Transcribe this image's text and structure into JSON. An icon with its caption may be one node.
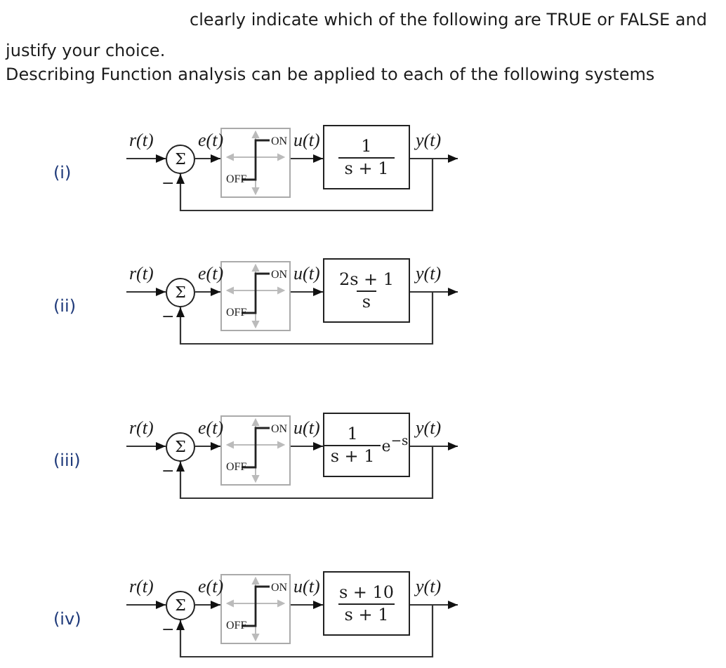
{
  "diagram": {
    "nodes": [
      {
        "text": [
          "Σ"
        ],
        "beside": [
          "−"
        ]
      },
      {
        "text": [
          "ON",
          "OFF"
        ]
      },
      {
        "text": [
          "1",
          "s + 1"
        ]
      },
      {
        "text": [
          "Σ"
        ],
        "beside": [
          "−"
        ]
      },
      {
        "text": [
          "ON",
          "OFF"
        ]
      },
      {
        "text": [
          "2s + 1",
          "s"
        ]
      },
      {
        "text": [
          "Σ"
        ],
        "beside": [
          "−"
        ]
      },
      {
        "text": [
          "ON",
          "OFF"
        ]
      },
      {
        "text": [
          "1",
          "s + 1",
          "e$^{−s}$"
        ]
      },
      {
        "text": [
          "Σ"
        ],
        "beside": [
          "−"
        ]
      },
      {
        "text": [
          "ON",
          "OFF"
        ]
      },
      {
        "text": [
          "s + 10",
          "s + 1"
        ]
      }
    ],
    "edges": [
      {
        "from": null,
        "to": 0,
        "arrow": "to",
        "label": "r(t)"
      },
      {
        "from": 0,
        "to": 1,
        "arrow": "to",
        "label": "e(t)"
      },
      {
        "from": 1,
        "to": 2,
        "arrow": "to",
        "label": "u(t)"
      },
      {
        "from": 2,
        "to": null,
        "arrow": "to",
        "label": "y(t)"
      },
      {
        "from": 2,
        "to": 0,
        "arrow": "to"
      },
      {
        "from": null,
        "to": 3,
        "arrow": "to",
        "label": "r(t)"
      },
      {
        "from": 3,
        "to": 4,
        "arrow": "to",
        "label": "e(t)"
      },
      {
        "from": 4,
        "to": 5,
        "arrow": "to",
        "label": "u(t)"
      },
      {
        "from": 5,
        "to": null,
        "arrow": "to",
        "label": "y(t)"
      },
      {
        "from": 5,
        "to": 3,
        "arrow": "to"
      },
      {
        "from": null,
        "to": 6,
        "arrow": "to",
        "label": "r(t)"
      },
      {
        "from": 6,
        "to": 7,
        "arrow": "to",
        "label": "e(t)"
      },
      {
        "from": 7,
        "to": 8,
        "arrow": "to",
        "label": "u(t)"
      },
      {
        "from": 8,
        "to": null,
        "arrow": "to",
        "label": "y(t)"
      },
      {
        "from": 8,
        "to": 6,
        "arrow": "to"
      },
      {
        "from": null,
        "to": 9,
        "arrow": "to",
        "label": "r(t)"
      },
      {
        "from": 9,
        "to": 10,
        "arrow": "to",
        "label": "e(t)"
      },
      {
        "from": 10,
        "to": 11,
        "arrow": "to",
        "label": "u(t)"
      },
      {
        "from": 11,
        "to": null,
        "arrow": "to",
        "label": "y(t)"
      },
      {
        "from": 11,
        "to": 9,
        "arrow": "to"
      }
    ],
    "labels": [
      "clearly indicate which of the following are TRUE or FALSE and justify your choice.",
      "Describing Function analysis can be applied to each of the following systems",
      "(i)",
      "(ii)",
      "(iii)",
      "(iv)"
    ]
  }
}
